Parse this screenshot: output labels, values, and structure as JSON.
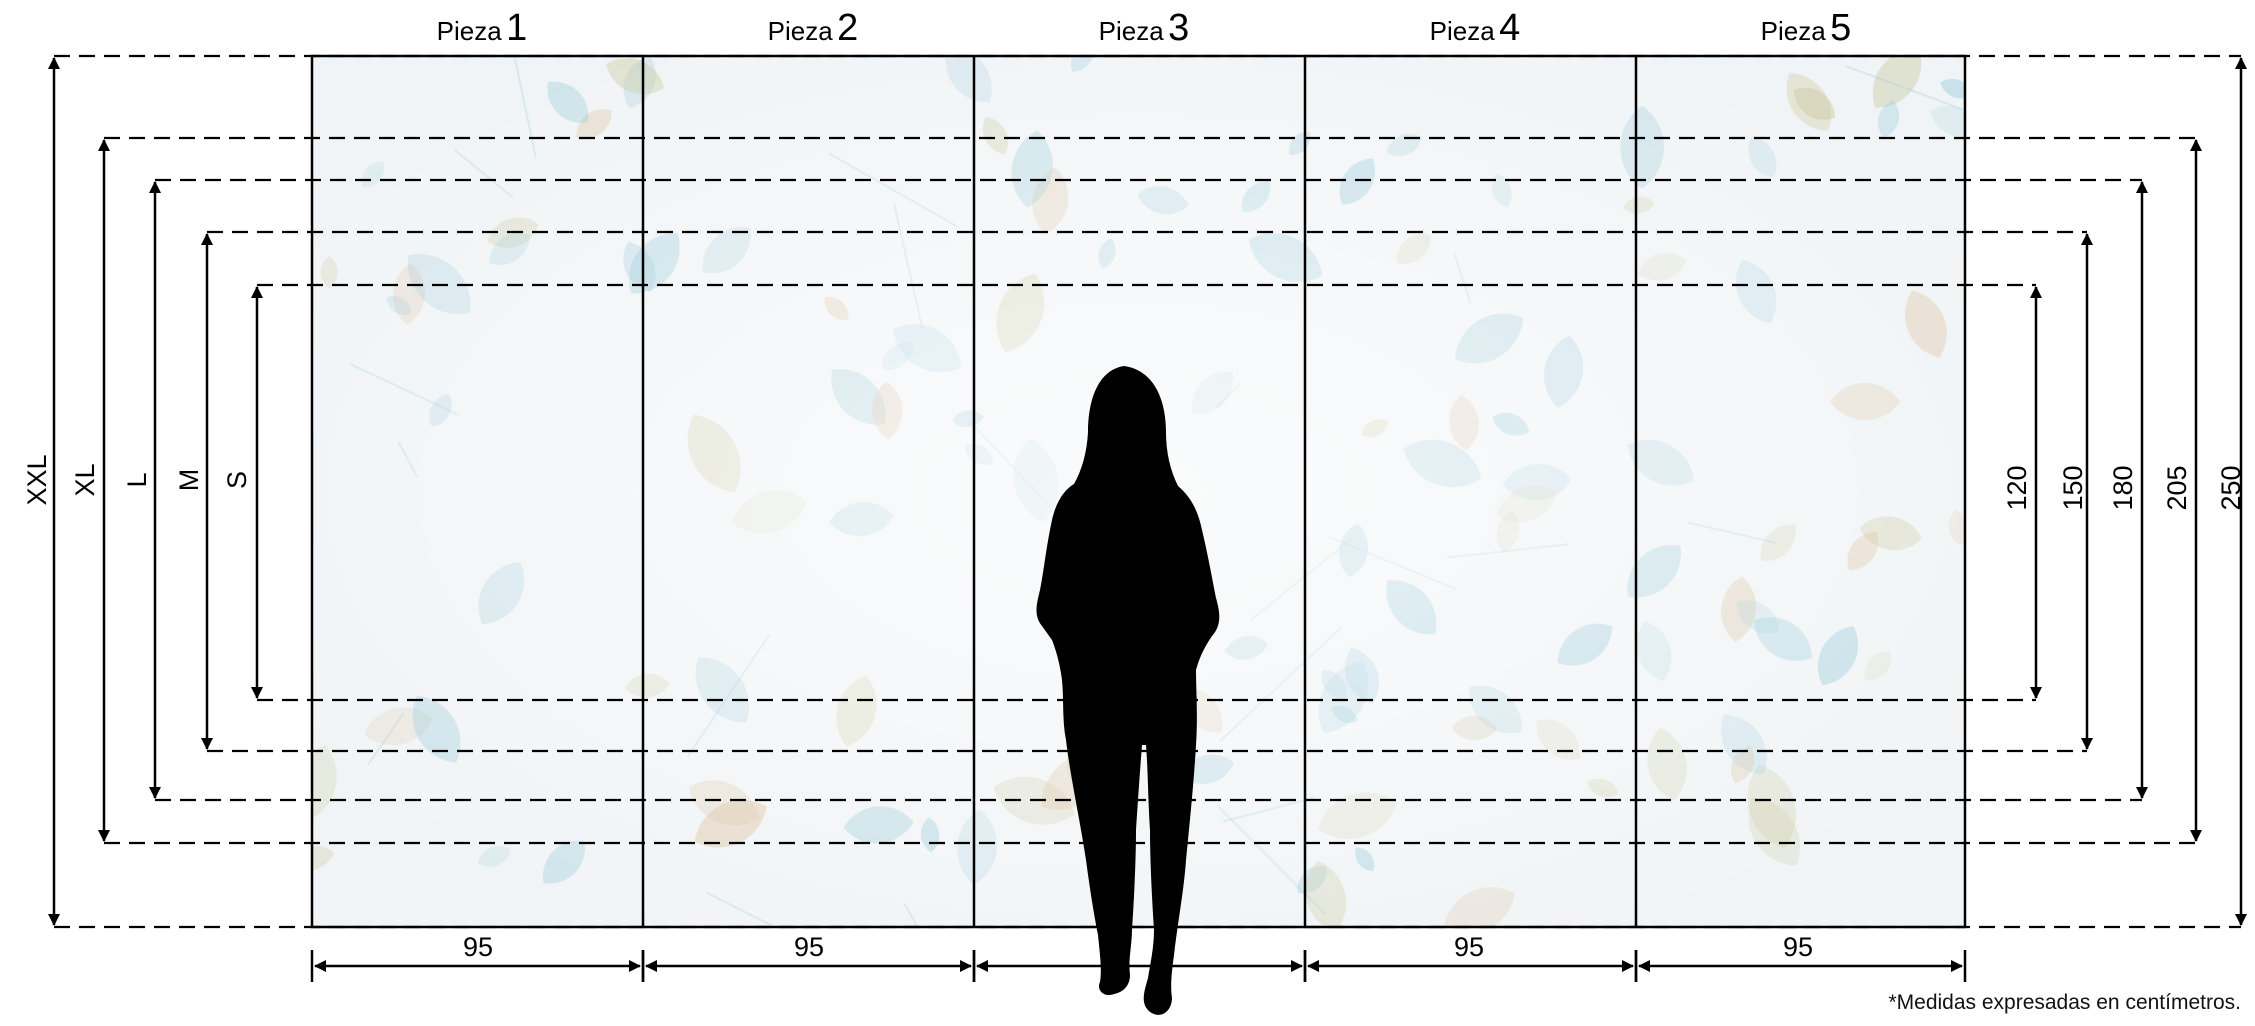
{
  "pieces": [
    {
      "prefix": "Pieza",
      "number": "1",
      "width_label": "95"
    },
    {
      "prefix": "Pieza",
      "number": "2",
      "width_label": "95"
    },
    {
      "prefix": "Pieza",
      "number": "3",
      "width_label": ""
    },
    {
      "prefix": "Pieza",
      "number": "4",
      "width_label": "95"
    },
    {
      "prefix": "Pieza",
      "number": "5",
      "width_label": "95"
    }
  ],
  "sizes": [
    {
      "name": "XXL",
      "height_label": "250"
    },
    {
      "name": "XL",
      "height_label": "205"
    },
    {
      "name": "L",
      "height_label": "180"
    },
    {
      "name": "M",
      "height_label": "150"
    },
    {
      "name": "S",
      "height_label": "120"
    }
  ],
  "footnote": "*Medidas expresadas en centímetros.",
  "colors": {
    "line": "#000000",
    "mural_base": "#f1f4f6",
    "leaf_teal": "#8ec5d6",
    "leaf_sand": "#d8b78f",
    "leaf_olive": "#c9c79a",
    "silhouette": "#000000"
  },
  "icons": {
    "person": "woman-silhouette-icon"
  }
}
